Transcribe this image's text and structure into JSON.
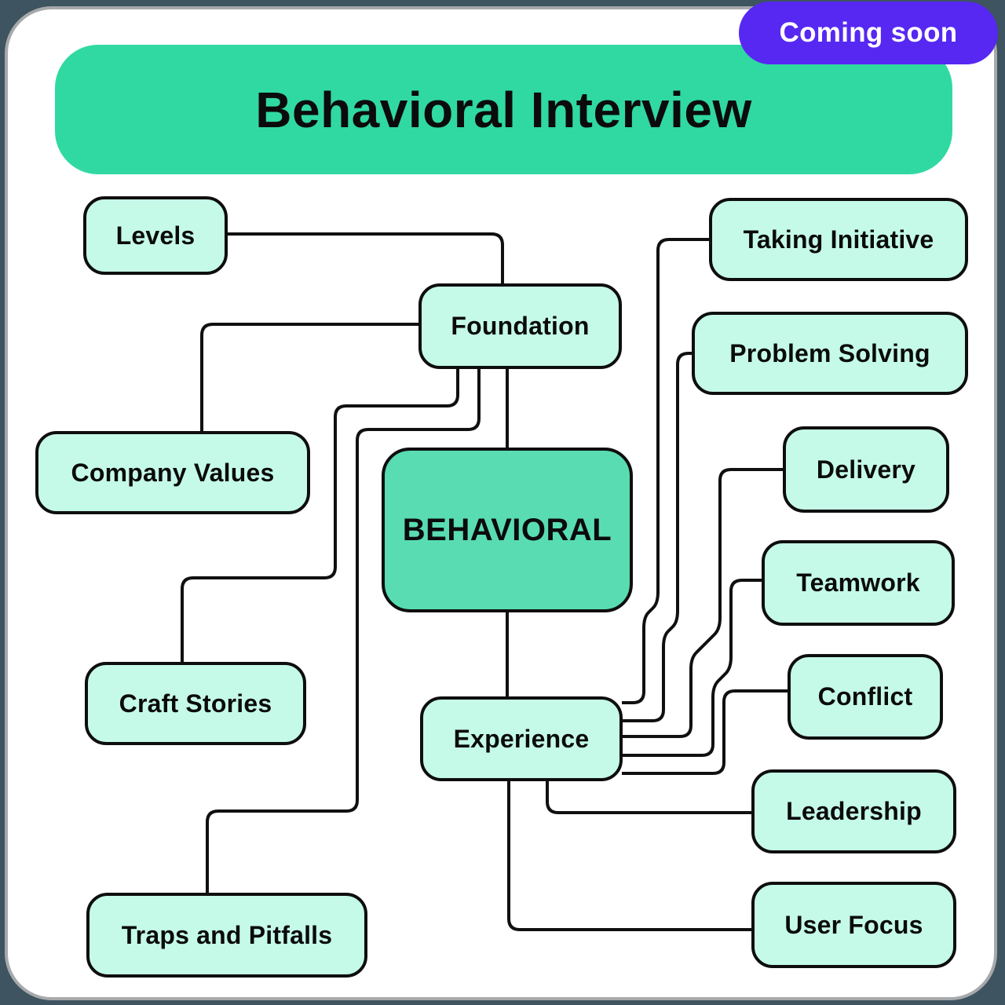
{
  "badge": {
    "label": "Coming soon"
  },
  "header": {
    "title": "Behavioral Interview"
  },
  "diagram": {
    "center": {
      "id": "behavioral",
      "label": "BEHAVIORAL"
    },
    "nodes": [
      {
        "id": "levels",
        "label": "Levels"
      },
      {
        "id": "foundation",
        "label": "Foundation"
      },
      {
        "id": "company-values",
        "label": "Company Values"
      },
      {
        "id": "craft-stories",
        "label": "Craft Stories"
      },
      {
        "id": "traps-and-pitfalls",
        "label": "Traps and Pitfalls"
      },
      {
        "id": "experience",
        "label": "Experience"
      },
      {
        "id": "taking-initiative",
        "label": "Taking Initiative"
      },
      {
        "id": "problem-solving",
        "label": "Problem Solving"
      },
      {
        "id": "delivery",
        "label": "Delivery"
      },
      {
        "id": "teamwork",
        "label": "Teamwork"
      },
      {
        "id": "conflict",
        "label": "Conflict"
      },
      {
        "id": "leadership",
        "label": "Leadership"
      },
      {
        "id": "user-focus",
        "label": "User Focus"
      }
    ],
    "edges": [
      {
        "from": "levels",
        "to": "foundation"
      },
      {
        "from": "foundation",
        "to": "company-values"
      },
      {
        "from": "foundation",
        "to": "behavioral"
      },
      {
        "from": "foundation",
        "to": "craft-stories"
      },
      {
        "from": "foundation",
        "to": "traps-and-pitfalls"
      },
      {
        "from": "behavioral",
        "to": "experience"
      },
      {
        "from": "experience",
        "to": "taking-initiative"
      },
      {
        "from": "experience",
        "to": "problem-solving"
      },
      {
        "from": "experience",
        "to": "delivery"
      },
      {
        "from": "experience",
        "to": "teamwork"
      },
      {
        "from": "experience",
        "to": "conflict"
      },
      {
        "from": "experience",
        "to": "leadership"
      },
      {
        "from": "experience",
        "to": "user-focus"
      }
    ]
  },
  "colors": {
    "header": "#30D9A2",
    "center": "#59DCB2",
    "leaf": "#C5FAE9",
    "badge": "#5728F2",
    "line": "#101010",
    "card-border": "#A7A9AB"
  }
}
